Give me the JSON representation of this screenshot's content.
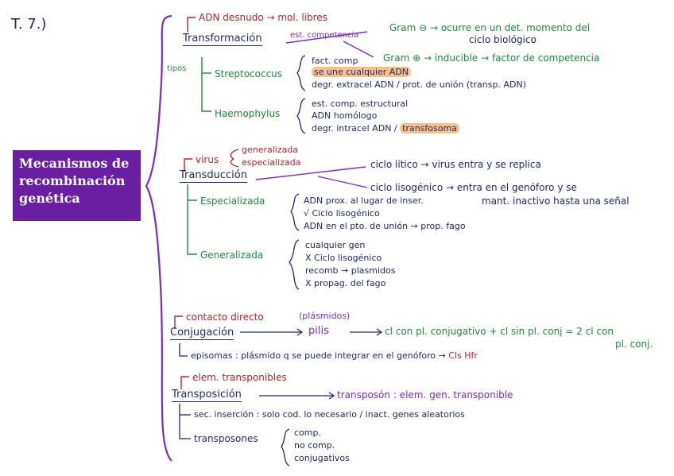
{
  "header": {
    "topic": "T. 7.)"
  },
  "title_box": {
    "line1": "Mecanismos de",
    "line2": "recombinación",
    "line3": "genética"
  },
  "transformacion": {
    "heading": "Transformación",
    "origin": "ADN desnudo → mol. libres",
    "state_label": "est. competencia",
    "gram_neg": "Gram ⊖ → ocurre en un det. momento del",
    "gram_neg_cont": "ciclo biológico",
    "gram_pos": "Gram ⊕ → inducible → factor de competencia",
    "tipos_label": "tipos",
    "streptococcus": {
      "name": "Streptococcus",
      "items": [
        "fact. comp",
        "se une cualquier ADN",
        "degr. extracel ADN / prot. de unión (transp. ADN)"
      ]
    },
    "haemophylus": {
      "name": "Haemophylus",
      "items": [
        "est. comp. estructural",
        "ADN homólogo",
        "degr. intracel ADN /"
      ],
      "highlight": "transfosoma"
    }
  },
  "transduccion": {
    "heading": "Transducción",
    "virus_label": "virus",
    "virus_types": [
      "generalizada",
      "especializada"
    ],
    "ciclo_litico": "ciclo lítico → virus entra y se replica",
    "ciclo_lisogenico": "ciclo lisogénico → entra en el genóforo y se",
    "ciclo_lisogenico_cont": "mant. inactivo hasta una señal",
    "especializada": {
      "name": "Especializada",
      "items": [
        "ADN prox. al lugar de inser.",
        "√ Ciclo lisogénico",
        "ADN en el pto. de unión → prop. fago"
      ]
    },
    "generalizada": {
      "name": "Generalizada",
      "items": [
        "cualquier gen",
        "X Ciclo lisogénico",
        "recomb → plasmidos",
        "X propag. del fago"
      ]
    }
  },
  "conjugacion": {
    "heading": "Conjugación",
    "origin": "contacto directo",
    "plasmids": "(plásmidos)",
    "pilis": "pilis",
    "result": "cl con pl. conjugativo + cl sin pl. conj = 2 cl con",
    "result_cont": "pl. conj.",
    "episomas": "episomas : plásmido q se puede integrar en el genóforo →",
    "hfr": "Cls Hfr"
  },
  "transposicion": {
    "heading": "Transposición",
    "origin": "elem. transponibles",
    "transposon": "transposón : elem. gen. transponible",
    "sec_insercion": "sec. inserción : solo cod. lo necesario / inact. genes aleatorios",
    "transposones": {
      "name": "transposones",
      "items": [
        "comp.",
        "no comp.",
        "conjugativos"
      ]
    }
  }
}
